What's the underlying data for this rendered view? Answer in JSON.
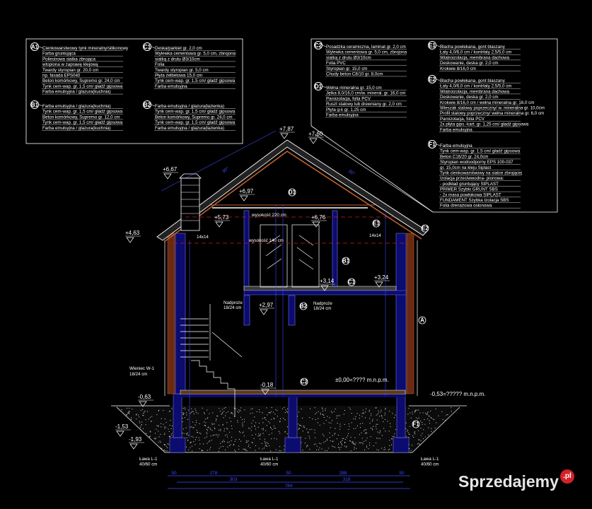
{
  "legend": [
    {
      "id": "A1",
      "lines": [
        "Cienkowarstwowy tynk mineralny/silikonowy",
        "Farba gruntująca",
        "Poliestrowa siatka zbrojąca",
        "wtopiona w zaprawę klejową",
        "Twardy styropian gr. 20,0 cm",
        "np. fasada EPS040",
        "Beton komórkowy, Supremo gr. 24,0 cm",
        "Tynk cem-wap. gr. 1,5 cm/ gładź gipsowa",
        "Farba emulsyjna / glazura(kuchnia)"
      ]
    },
    {
      "id": "C1",
      "lines": [
        "Deska/parkiet gr. 2,0 cm",
        "Wylewka cementowa gr. 5,0 cm, zbrojona",
        "siatką z drutu Ø3/10cm",
        "Folia",
        "Twardy styropian gr. 5,0 cm",
        "Płyta żelbetowa 15,0 cm",
        "Tynk cem-wap. gr. 1,5 cm/ gładź gipsowa",
        "Farba emulsyjna"
      ]
    },
    {
      "id": "B1",
      "lines": [
        "Farba emulsyjna / glazura(kuchnia)",
        "Tynk cem-wap. gr. 1,5 cm/ gładź gipsowa",
        "Beton komórkowy, Supremo gr. 12,0 cm",
        "Tynk cem-wap. gr. 1,5 cm/ gładź gipsowa",
        "Farba emulsyjna / glazura(kuchnia)"
      ]
    },
    {
      "id": "B2",
      "lines": [
        "Farba emulsyjna / glazura(łazienka)",
        "Tynk cem-wap. gr. 1,5 cm/ gładź gipsowa",
        "Beton komórkowy, Supremo gr. 24,0 cm",
        "Tynk cem-wap. gr. 1,5 cm/ gładź gipsowa",
        "Farba emulsyjna / glazura(łazienka)"
      ]
    },
    {
      "id": "C2",
      "lines": [
        "Posadzka ceramiczna, laminat gr. 2,0 cm",
        "Wylewka cementowa gr. 5,0 cm, zbrojona",
        "siatką z drutu Ø3/10cm",
        "Folia PVC",
        "Styropian gr. 15,0 cm",
        "Chudy beton C8/10 gr. 8,0cm"
      ]
    },
    {
      "id": "D1",
      "lines": [
        "Wełna mineralna gr. 15,0 cm",
        "Jętka 8,0/16,0 cm/w. mineral. gr. 16,0 cm",
        "Paroizolacja, folia PCV",
        "Ruszt stalowy lub drewniany gr. 2,0 cm",
        "Płyta g-k gr. 1,25 cm",
        "Farba emulsyjna"
      ]
    },
    {
      "id": "E1",
      "lines": [
        "Blacha powlekana, gont blaszany",
        "Łaty 4,0/6,0 cm / kontrłaty 2,5/5,0 cm",
        "Wiatroizolacja, membrana dachowa",
        "Deskowanie, deska gr. 2,0 cm",
        "Krokwie 8/16,0 cm"
      ]
    },
    {
      "id": "E2",
      "lines": [
        "Blacha powlekana, gont blaszany",
        "Łaty 4,0/6,0 cm / kontrłaty 2,5/5,0 cm",
        "Wiatroizolacja, membrana dachowa",
        "Deskowanie, deska gr. 2,0 cm",
        "Krokwie 8/16,0 cm / wełna mineralna gr. 16,0 cm",
        "Wieszak stalowy poprzeczny/ w. mineralna gr. 10,0cm",
        "Profil stalowy poprzeczny/ wełna mineralna gr. 6,0 cm",
        "Paroizolacja, folia PCV",
        "2x płyta gips.-kart. gr. 1,25 cm/ gładź gipsowa",
        "Farba emulsyjna"
      ]
    },
    {
      "id": "F1",
      "lines": [
        "Farba emulsyjna",
        "Tynk cem-wap. gr. 1,5 cm/ gładź gipsowa",
        "Beton C16/20 gr. 24,0cm",
        "Styropian wodoodporny EPS 100-037",
        "gr. 15,0cm na kleju Siplast",
        "Tynk cienkowarstwowy na siatce zbrojącej",
        "Izolacja przeciwwodna- pionowa:",
        "- podkład gruntujący SIPLAST",
        "PRIMER Szybki GRUNT SBS",
        "- 2x masa powłokowa SIPLAST",
        "FUNDAMENT Szybka Izolacja SBS",
        "Folia drenażowa osłonowa"
      ]
    }
  ],
  "levels": {
    "ridge": "+7,87",
    "ridge_top": "+7,60",
    "chimney": "+6,67",
    "attic_floor": "+6,97",
    "attic_left": "+5,73",
    "attic_right": "+6,76",
    "eave": "+4,63",
    "floor1_a": "+3,14",
    "floor1_b": "+3,24",
    "lintel": "+2,97",
    "ground_floor": "-0,18",
    "zero": "±0,00=???? m.n.p.m.",
    "terrain_right": "-0,53=????? m.n.p.m.",
    "terrain_left": "-0,63",
    "found_a": "-1,53",
    "found_b": "-1,93"
  },
  "annotations": {
    "height_220": "wysokość 220 cm",
    "height_140": "wysokość 140 cm",
    "post_left": "14x14",
    "post_right": "14x14",
    "lintel_left_title": "Nadproże",
    "lintel_left_size": "18/24 cm",
    "lintel_right_title": "Nadproże",
    "lintel_right_size": "18/24 cm",
    "ring_beam_title": "Wieniec W-1",
    "ring_beam_size": "18/24 cm",
    "footing_title": "Ława L-1",
    "footing_size": "40/60 cm",
    "roof_angle": "30°"
  },
  "tags": {
    "D1": "D1",
    "E1": "E1",
    "E2": "E2",
    "B1": "B1",
    "C1": "C1",
    "B2": "B2",
    "A": "A",
    "C2": "C2",
    "F1": "F1"
  },
  "dimensions": {
    "row1": [
      "50",
      "278",
      "50",
      "288",
      "50"
    ],
    "row2": [
      "303",
      "318"
    ],
    "total": "784"
  },
  "watermark": {
    "text": "Sprzedajemy",
    "badge": ".pl"
  },
  "colors": {
    "background": "#000000",
    "lines": "#ffffff",
    "dimension": "#3a4cff",
    "wall_fill": "#0b0b70",
    "insulation": "#a8441c",
    "axis": "#c02020",
    "highlight": "#ffd800",
    "watermark_badge": "#d2232a"
  }
}
